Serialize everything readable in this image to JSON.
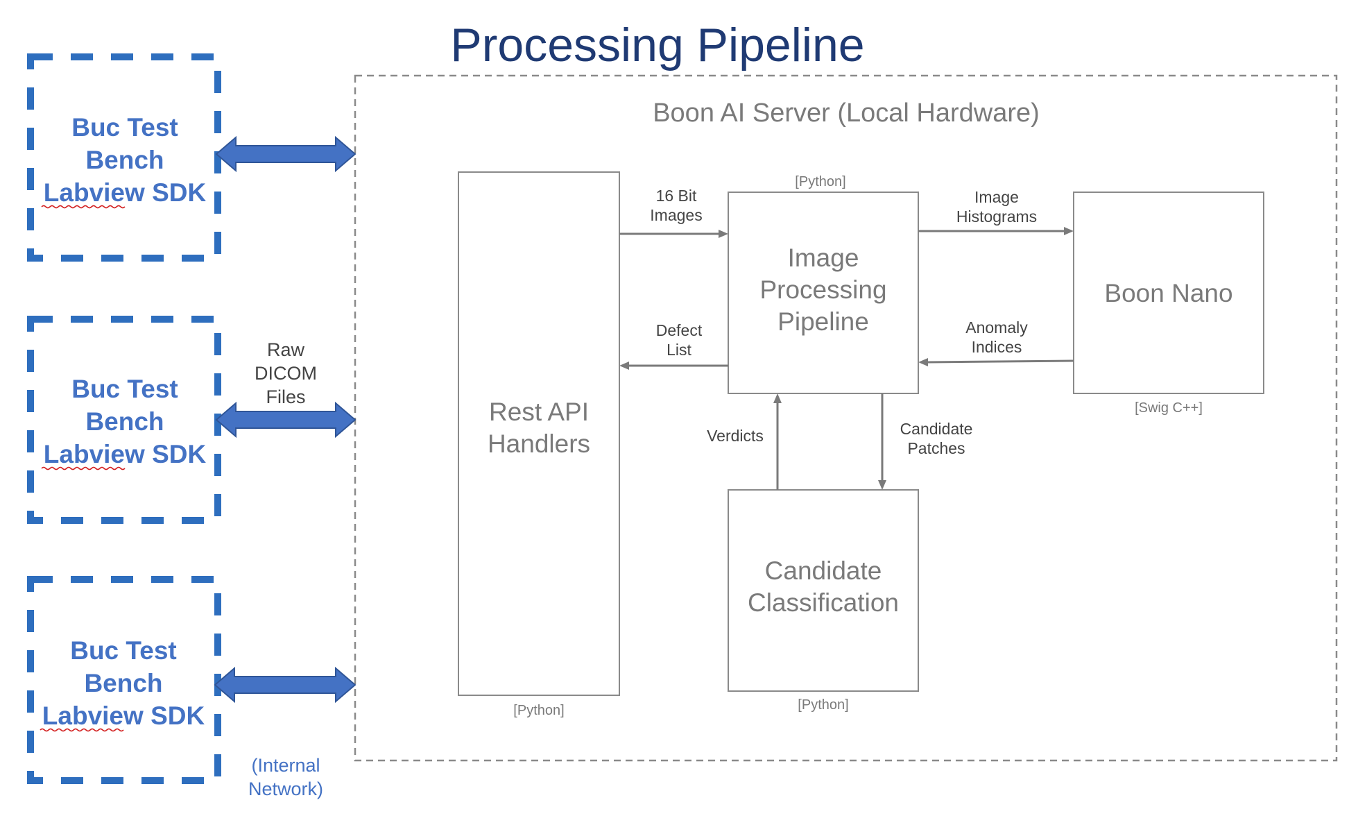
{
  "title": "Processing Pipeline",
  "server": {
    "label": "Boon AI Server (Local Hardware)"
  },
  "clients": [
    {
      "lines": [
        "Buc Test",
        "Bench",
        "Labview SDK"
      ]
    },
    {
      "lines": [
        "Buc Test",
        "Bench",
        "Labview SDK"
      ]
    },
    {
      "lines": [
        "Buc Test",
        "Bench",
        "Labview SDK"
      ]
    }
  ],
  "raw_files": {
    "lines": [
      "Raw",
      "DICOM",
      "Files"
    ]
  },
  "network": {
    "lines": [
      "(Internal",
      "Network)"
    ]
  },
  "nodes": {
    "rest_api": {
      "lines": [
        "Rest API",
        "Handlers"
      ],
      "tag": "[Python]"
    },
    "image_pipeline": {
      "lines": [
        "Image",
        "Processing",
        "Pipeline"
      ],
      "tag": "[Python]"
    },
    "boon_nano": {
      "lines": [
        "Boon Nano"
      ],
      "tag": "[Swig C++]"
    },
    "candidate": {
      "lines": [
        "Candidate",
        "Classification"
      ],
      "tag": "[Python]"
    }
  },
  "edges": {
    "images_16bit": {
      "lines": [
        "16 Bit",
        "Images"
      ]
    },
    "defect_list": {
      "lines": [
        "Defect",
        "List"
      ]
    },
    "histograms": {
      "lines": [
        "Image",
        "Histograms"
      ]
    },
    "anomaly": {
      "lines": [
        "Anomaly",
        "Indices"
      ]
    },
    "verdicts": {
      "lines": [
        "Verdicts"
      ]
    },
    "patches": {
      "lines": [
        "Candidate",
        "Patches"
      ]
    }
  },
  "colors": {
    "title": "#1f3a73",
    "client": "#4472c4",
    "client_border": "#2e6ebe",
    "gray": "#7a7a7a"
  }
}
